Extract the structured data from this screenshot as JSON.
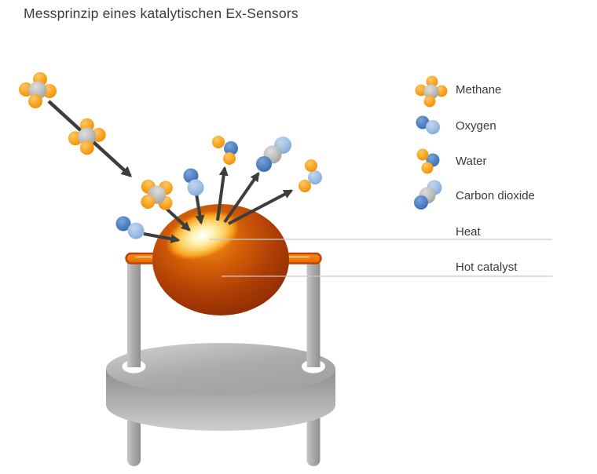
{
  "title": "Messprinzip eines katalytischen Ex-Sensors",
  "legend": {
    "items": [
      {
        "label": "Methane",
        "icon": "methane-molecule-icon"
      },
      {
        "label": "Oxygen",
        "icon": "oxygen-molecule-icon"
      },
      {
        "label": "Water",
        "icon": "water-molecule-icon"
      },
      {
        "label": "Carbon dioxide",
        "icon": "carbon-dioxide-molecule-icon"
      }
    ],
    "callouts": [
      {
        "label": "Heat"
      },
      {
        "label": "Hot catalyst"
      }
    ]
  },
  "scene": {
    "incoming_molecules": [
      "methane",
      "methane",
      "methane",
      "oxygen",
      "oxygen"
    ],
    "outgoing_molecules": [
      "water",
      "carbon dioxide",
      "water"
    ],
    "component": "catalyst bead on heater wire over metal pedestal"
  },
  "colors": {
    "text": "#3a3a3a",
    "arrow": "#3d3d3d",
    "callout_line": "#c9c9c9",
    "orange": "#f6a21c",
    "blue_dark": "#4a7fc1",
    "blue_light": "#93b7dd",
    "gray_ball": "#b9b9b9",
    "bead_bright": "#e87912",
    "bead_dark": "#7a2403",
    "hotspot_core": "#ffffff",
    "wire_orange": "#ef7d00",
    "metal": "#ababab"
  }
}
